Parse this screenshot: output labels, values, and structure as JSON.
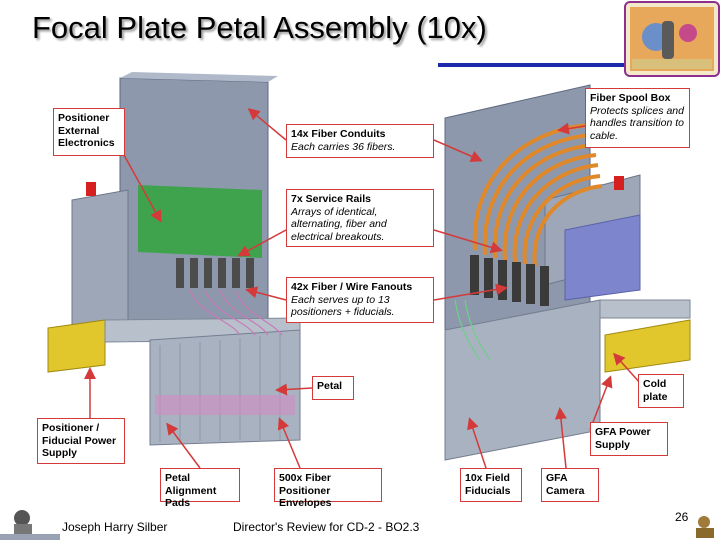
{
  "slide": {
    "title": "Focal Plate Petal Assembly (10x)",
    "page_number": "26"
  },
  "callouts": {
    "positioner_electronics": {
      "bold": "Positioner External Electronics"
    },
    "fiber_conduits": {
      "bold": "14x Fiber Conduits",
      "italic": "Each carries 36 fibers."
    },
    "service_rails": {
      "bold": "7x Service Rails",
      "italic": "Arrays of identical, alternating, fiber and electrical breakouts."
    },
    "fanouts": {
      "bold": "42x Fiber / Wire Fanouts",
      "italic": "Each serves up to 13 positioners + fiducials."
    },
    "fiber_spool_box": {
      "bold": "Fiber Spool Box",
      "italic": "Protects splices and handles transition to cable."
    },
    "petal": {
      "bold": "Petal"
    },
    "cold_plate": {
      "bold": "Cold plate"
    },
    "power_supply": {
      "bold": "Positioner / Fiducial Power Supply"
    },
    "gfa_power": {
      "bold": "GFA Power Supply"
    },
    "alignment_pads": {
      "bold": "Petal Alignment Pads"
    },
    "envelopes": {
      "bold": "500x Fiber Positioner Envelopes"
    },
    "field_fiducials": {
      "bold": "10x Field Fiducials"
    },
    "gfa_camera": {
      "bold": "GFA Camera"
    }
  },
  "footer": {
    "author": "Joseph Harry Silber",
    "event": "Director's Review for CD-2  -  BO2.3"
  },
  "colors": {
    "callout_border": "#d43a3a",
    "rule_blue": "#1a2aa8",
    "logo_border": "#8d2f8f"
  }
}
